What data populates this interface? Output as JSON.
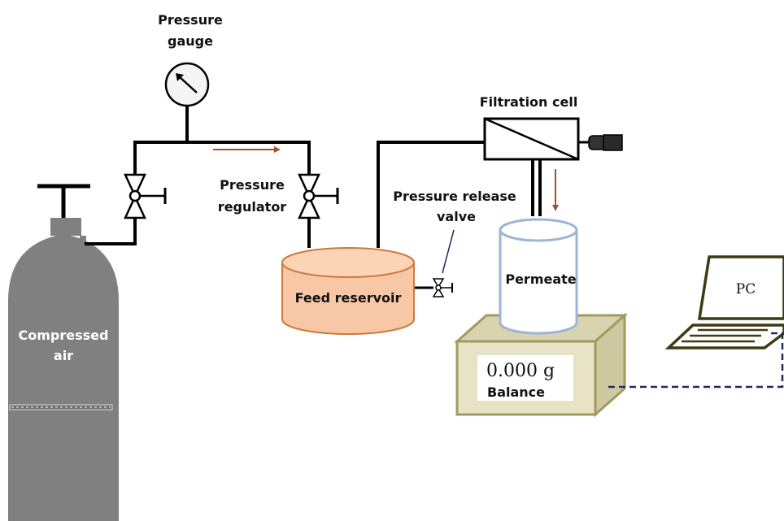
{
  "labels": {
    "pressure_gauge": [
      "Pressure",
      "gauge"
    ],
    "pressure_regulator": [
      "Pressure",
      "regulator"
    ],
    "filtration_cell": "Filtration cell",
    "pressure_release_valve": [
      "Pressure release",
      "valve"
    ],
    "feed_reservoir": "Feed reservoir",
    "permeate": "Permeate",
    "balance": "Balance",
    "balance_reading": "0.000 g",
    "pc": "PC",
    "compressed_air": [
      "Compressed",
      "air"
    ]
  },
  "colors": {
    "pipe": "#000000",
    "flow_arrow": "#a0522d",
    "cylinder": "#808080",
    "reservoir_fill": "#f8c8a6",
    "reservoir_stroke": "#cc7a40",
    "permeate_stroke": "#9db4d6",
    "balance_fill": "#e8e3c4",
    "balance_side": "#cfc9a2",
    "balance_stroke": "#a09a62",
    "laptop_stroke": "#3d3a14",
    "data_cable": "#1f2d5c"
  },
  "icons": {
    "gauge": "pressure-gauge-icon",
    "valve": "needle-valve-icon",
    "filter": "membrane-filter-icon",
    "cylinder": "gas-cylinder-icon",
    "laptop": "laptop-icon"
  }
}
